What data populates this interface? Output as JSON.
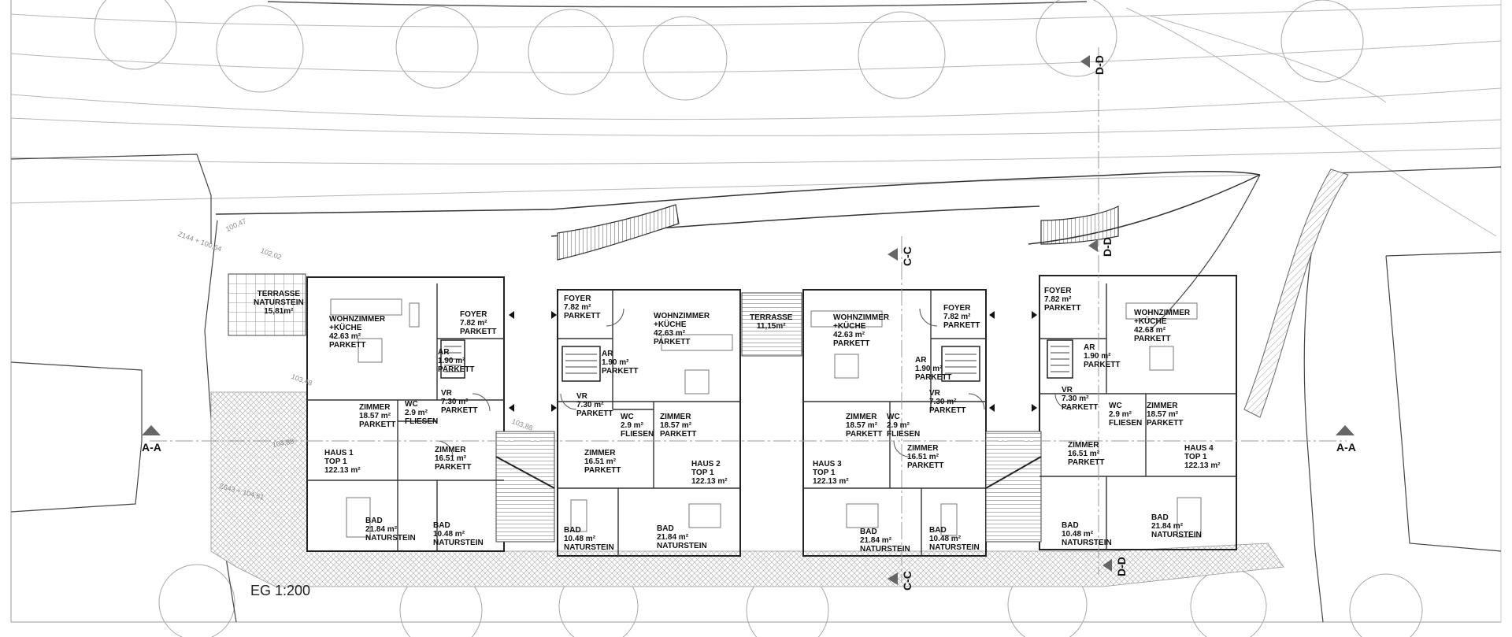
{
  "drawing_title": "EG 1:200",
  "sections": {
    "aa": "A-A",
    "cc": "C-C",
    "dd": "D-D"
  },
  "levels": {
    "l1": "Z144 + 100,64",
    "l2": "100,47",
    "l3": "102,02",
    "l4": "103,48",
    "l5": "103,88",
    "l6": "104,88",
    "l7": "Z643 + 104,61"
  },
  "rooms": {
    "h1_terrasse": [
      "TERRASSE",
      "NATURSTEIN",
      "15,81m²"
    ],
    "h1_wohn": [
      "WOHNZIMMER",
      "+KÜCHE",
      "42.63 m²",
      "PARKETT"
    ],
    "h1_foyer": [
      "FOYER",
      "7.82 m²",
      "PARKETT"
    ],
    "h1_ar": [
      "AR",
      "1.90 m²",
      "PARKETT"
    ],
    "h1_vr": [
      "VR",
      "7.30 m²",
      "PARKETT"
    ],
    "h1_wc": [
      "WC",
      "2.9 m²",
      "FLIESEN"
    ],
    "h1_zimmer1": [
      "ZIMMER",
      "18.57 m²",
      "PARKETT"
    ],
    "h1_zimmer2": [
      "ZIMMER",
      "16.51 m²",
      "PARKETT"
    ],
    "h1_haus": [
      "HAUS 1",
      "TOP 1",
      "122.13 m²"
    ],
    "h1_bad1": [
      "BAD",
      "21.84 m²",
      "NATURSTEIN"
    ],
    "h1_bad2": [
      "BAD",
      "10.48 m²",
      "NATURSTEIN"
    ],
    "h2_foyer": [
      "FOYER",
      "7.82 m²",
      "PARKETT"
    ],
    "h2_ar": [
      "AR",
      "1.90 m²",
      "PARKETT"
    ],
    "h2_vr": [
      "VR",
      "7.30 m²",
      "PARKETT"
    ],
    "h2_wohn": [
      "WOHNZIMMER",
      "+KÜCHE",
      "42.63 m²",
      "PARKETT"
    ],
    "h2_wc": [
      "WC",
      "2.9 m²",
      "FLIESEN"
    ],
    "h2_zimmer1": [
      "ZIMMER",
      "18.57 m²",
      "PARKETT"
    ],
    "h2_zimmer2": [
      "ZIMMER",
      "16.51 m²",
      "PARKETT"
    ],
    "h2_haus": [
      "HAUS 2",
      "TOP 1",
      "122.13 m²"
    ],
    "h2_bad1": [
      "BAD",
      "10.48 m²",
      "NATURSTEIN"
    ],
    "h2_bad2": [
      "BAD",
      "21.84 m²",
      "NATURSTEIN"
    ],
    "mid_terrasse": [
      "TERRASSE",
      "11,15m²"
    ],
    "h3_wohn": [
      "WOHNZIMMER",
      "+KÜCHE",
      "42.63 m²",
      "PARKETT"
    ],
    "h3_foyer": [
      "FOYER",
      "7.82 m²",
      "PARKETT"
    ],
    "h3_ar": [
      "AR",
      "1.90 m²",
      "PARKETT"
    ],
    "h3_vr": [
      "VR",
      "7.30 m²",
      "PARKETT"
    ],
    "h3_wc": [
      "WC",
      "2.9 m²",
      "FLIESEN"
    ],
    "h3_zimmer1": [
      "ZIMMER",
      "18.57 m²",
      "PARKETT"
    ],
    "h3_zimmer2": [
      "ZIMMER",
      "16.51 m²",
      "PARKETT"
    ],
    "h3_haus": [
      "HAUS 3",
      "TOP 1",
      "122.13 m²"
    ],
    "h3_bad1": [
      "BAD",
      "21.84 m²",
      "NATURSTEIN"
    ],
    "h3_bad2": [
      "BAD",
      "10.48 m²",
      "NATURSTEIN"
    ],
    "h4_foyer": [
      "FOYER",
      "7.82 m²",
      "PARKETT"
    ],
    "h4_ar": [
      "AR",
      "1.90 m²",
      "PARKETT"
    ],
    "h4_vr": [
      "VR",
      "7.30 m²",
      "PARKETT"
    ],
    "h4_wohn": [
      "WOHNZIMMER",
      "+KÜCHE",
      "42.63 m²",
      "PARKETT"
    ],
    "h4_wc": [
      "WC",
      "2.9 m²",
      "FLIESEN"
    ],
    "h4_zimmer1": [
      "ZIMMER",
      "18.57 m²",
      "PARKETT"
    ],
    "h4_zimmer2": [
      "ZIMMER",
      "16.51 m²",
      "PARKETT"
    ],
    "h4_haus": [
      "HAUS 4",
      "TOP 1",
      "122.13 m²"
    ],
    "h4_bad1": [
      "BAD",
      "10.48 m²",
      "NATURSTEIN"
    ],
    "h4_bad2": [
      "BAD",
      "21.84 m²",
      "NATURSTEIN"
    ]
  }
}
